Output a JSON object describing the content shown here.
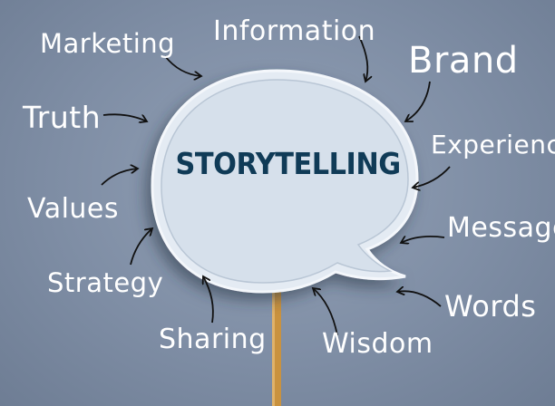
{
  "title": "STORYTELLING",
  "words": {
    "marketing": "Marketing",
    "information": "Information",
    "brand": "Brand",
    "truth": "Truth",
    "experience": "Experience",
    "values": "Values",
    "message": "Message",
    "strategy": "Strategy",
    "words": "Words",
    "sharing": "Sharing",
    "wisdom": "Wisdom"
  },
  "colors": {
    "background": "#7f8ea5",
    "bubble": "#dfe7f0",
    "title": "#103b57",
    "stick": "#c9923f"
  }
}
